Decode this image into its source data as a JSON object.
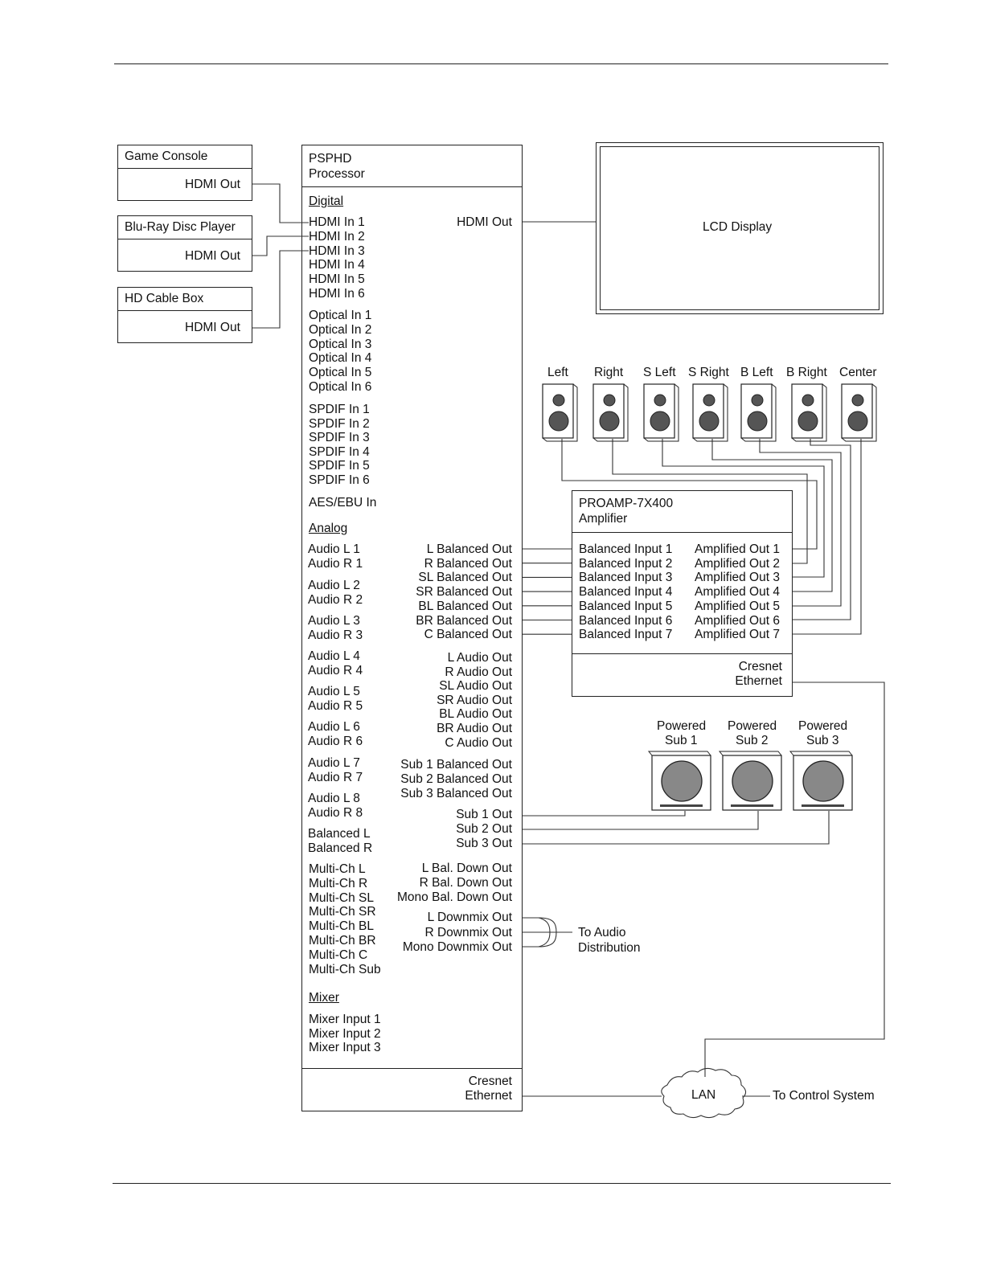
{
  "sources": [
    {
      "name": "Game Console",
      "out": "HDMI Out"
    },
    {
      "name": "Blu-Ray Disc Player",
      "out": "HDMI Out"
    },
    {
      "name": "HD Cable Box",
      "out": "HDMI Out"
    }
  ],
  "processor": {
    "title": [
      "PSPHD",
      "Processor"
    ],
    "digital_heading": "Digital",
    "hdmi_inputs": [
      "HDMI In 1",
      "HDMI In 2",
      "HDMI In 3",
      "HDMI In 4",
      "HDMI In 5",
      "HDMI In 6"
    ],
    "optical_inputs": [
      "Optical In 1",
      "Optical In 2",
      "Optical In 3",
      "Optical In 4",
      "Optical In 5",
      "Optical In 6"
    ],
    "spdif_inputs": [
      "SPDIF In 1",
      "SPDIF In 2",
      "SPDIF In 3",
      "SPDIF In 4",
      "SPDIF In 5",
      "SPDIF In 6"
    ],
    "aes_input": "AES/EBU In",
    "hdmi_out": "HDMI Out",
    "analog_heading": "Analog",
    "analog_inputs": [
      [
        "Audio L 1",
        "Audio R 1"
      ],
      [
        "Audio L 2",
        "Audio R 2"
      ],
      [
        "Audio L 3",
        "Audio R 3"
      ],
      [
        "Audio L 4",
        "Audio R 4"
      ],
      [
        "Audio L 5",
        "Audio R 5"
      ],
      [
        "Audio L 6",
        "Audio R 6"
      ],
      [
        "Audio L 7",
        "Audio R 7"
      ],
      [
        "Audio L 8",
        "Audio R 8"
      ],
      [
        "Balanced L",
        "Balanced R"
      ]
    ],
    "multichannel_inputs": [
      "Multi-Ch L",
      "Multi-Ch R",
      "Multi-Ch SL",
      "Multi-Ch SR",
      "Multi-Ch BL",
      "Multi-Ch BR",
      "Multi-Ch C",
      "Multi-Ch Sub"
    ],
    "mixer_heading": "Mixer",
    "mixer_inputs": [
      "Mixer Input 1",
      "Mixer Input 2",
      "Mixer Input 3"
    ],
    "balanced_outputs": [
      "L Balanced Out",
      "R Balanced Out",
      "SL Balanced Out",
      "SR Balanced Out",
      "BL Balanced Out",
      "BR Balanced Out",
      "C Balanced Out"
    ],
    "audio_outputs": [
      "L Audio Out",
      "R Audio Out",
      "SL Audio Out",
      "SR Audio Out",
      "BL Audio Out",
      "BR Audio Out",
      "C Audio Out"
    ],
    "sub_balanced_outputs": [
      "Sub 1 Balanced Out",
      "Sub 2 Balanced Out",
      "Sub 3 Balanced Out"
    ],
    "sub_outputs": [
      "Sub 1 Out",
      "Sub 2 Out",
      "Sub 3 Out"
    ],
    "downmix_balanced_outputs": [
      "L Bal. Down Out",
      "R Bal. Down Out",
      "Mono Bal. Down Out"
    ],
    "downmix_outputs": [
      "L Downmix Out",
      "R Downmix Out",
      "Mono Downmix Out"
    ],
    "network": [
      "Cresnet",
      "Ethernet"
    ]
  },
  "display": {
    "label": "LCD Display"
  },
  "speakers": [
    "Left",
    "Right",
    "S Left",
    "S Right",
    "B Left",
    "B Right",
    "Center"
  ],
  "amplifier": {
    "title": [
      "PROAMP-7X400",
      "Amplifier"
    ],
    "inputs": [
      "Balanced Input 1",
      "Balanced Input 2",
      "Balanced Input 3",
      "Balanced Input 4",
      "Balanced Input 5",
      "Balanced Input 6",
      "Balanced Input 7"
    ],
    "outputs": [
      "Amplified Out 1",
      "Amplified Out 2",
      "Amplified Out 3",
      "Amplified Out 4",
      "Amplified Out 5",
      "Amplified Out 6",
      "Amplified Out 7"
    ],
    "network": [
      "Cresnet",
      "Ethernet"
    ]
  },
  "subwoofers": [
    [
      "Powered",
      "Sub 1"
    ],
    [
      "Powered",
      "Sub 2"
    ],
    [
      "Powered",
      "Sub 3"
    ]
  ],
  "audio_distribution": [
    "To Audio",
    "Distribution"
  ],
  "lan": {
    "label": "LAN",
    "control": "To Control System"
  }
}
